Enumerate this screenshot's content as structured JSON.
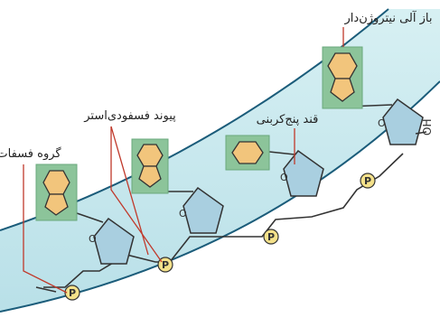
{
  "labels": {
    "nitrogen_base": "باز آلی نیتروژن‌دار",
    "phosphodiester_bond": "پیوند فسفودی‌استر",
    "pentose_sugar": "قند پنج‌کربنی",
    "phosphate_group": "گروه فسفات"
  },
  "symbols": {
    "phosphate": "P",
    "ring_oxygen": "O",
    "hydroxyl": "OH"
  },
  "colors": {
    "backbone_band": "#c7e8ee",
    "backbone_edge": "#1b5c7a",
    "sugar_fill": "#a9cfe0",
    "base_box": "#8cc49a",
    "base_fill": "#f2c57c",
    "phosphate_fill": "#f4e18a"
  }
}
